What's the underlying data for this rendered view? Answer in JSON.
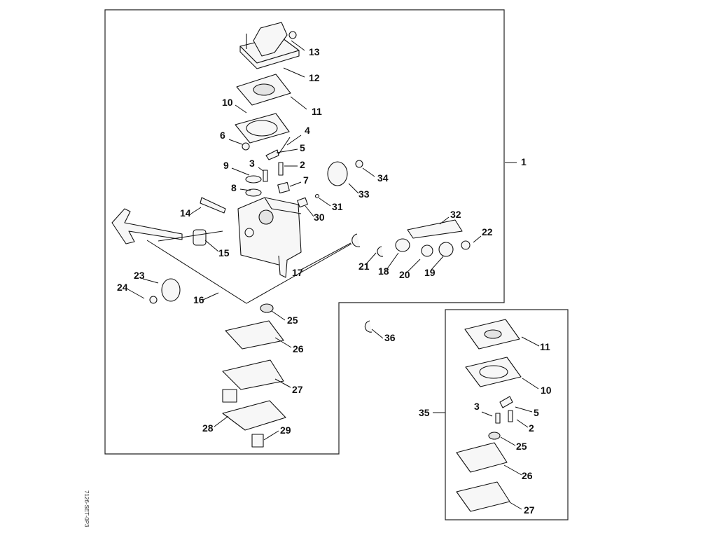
{
  "diagram": {
    "image_code": "7126-SET-0P3",
    "callouts": [
      {
        "id": "1",
        "label": "1"
      },
      {
        "id": "13",
        "label": "13"
      },
      {
        "id": "12",
        "label": "12"
      },
      {
        "id": "11",
        "label": "11"
      },
      {
        "id": "10",
        "label": "10"
      },
      {
        "id": "6",
        "label": "6"
      },
      {
        "id": "4",
        "label": "4"
      },
      {
        "id": "5",
        "label": "5"
      },
      {
        "id": "3",
        "label": "3"
      },
      {
        "id": "2",
        "label": "2"
      },
      {
        "id": "9",
        "label": "9"
      },
      {
        "id": "34",
        "label": "34"
      },
      {
        "id": "8",
        "label": "8"
      },
      {
        "id": "7",
        "label": "7"
      },
      {
        "id": "33",
        "label": "33"
      },
      {
        "id": "31",
        "label": "31"
      },
      {
        "id": "14",
        "label": "14"
      },
      {
        "id": "30",
        "label": "30"
      },
      {
        "id": "32",
        "label": "32"
      },
      {
        "id": "22",
        "label": "22"
      },
      {
        "id": "15",
        "label": "15"
      },
      {
        "id": "21",
        "label": "21"
      },
      {
        "id": "17",
        "label": "17"
      },
      {
        "id": "18",
        "label": "18"
      },
      {
        "id": "20",
        "label": "20"
      },
      {
        "id": "19",
        "label": "19"
      },
      {
        "id": "23",
        "label": "23"
      },
      {
        "id": "24",
        "label": "24"
      },
      {
        "id": "16",
        "label": "16"
      },
      {
        "id": "25",
        "label": "25"
      },
      {
        "id": "26",
        "label": "26"
      },
      {
        "id": "27",
        "label": "27"
      },
      {
        "id": "28",
        "label": "28"
      },
      {
        "id": "29",
        "label": "29"
      },
      {
        "id": "36",
        "label": "36"
      },
      {
        "id": "35",
        "label": "35"
      },
      {
        "id": "k11",
        "label": "11"
      },
      {
        "id": "k10",
        "label": "10"
      },
      {
        "id": "k3",
        "label": "3"
      },
      {
        "id": "k5",
        "label": "5"
      },
      {
        "id": "k2",
        "label": "2"
      },
      {
        "id": "k25",
        "label": "25"
      },
      {
        "id": "k26",
        "label": "26"
      },
      {
        "id": "k27",
        "label": "27"
      }
    ]
  }
}
